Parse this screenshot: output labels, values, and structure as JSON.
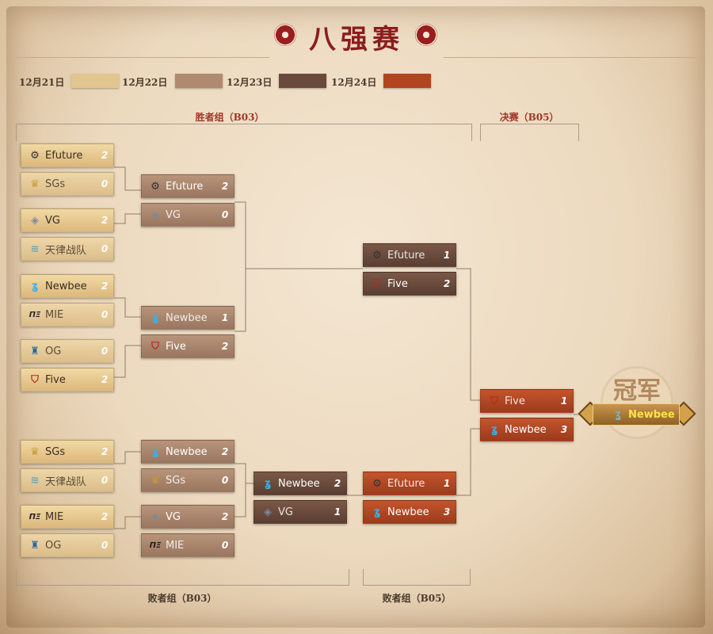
{
  "header": {
    "title": "八强赛"
  },
  "legend": [
    {
      "date": "12月21日",
      "color": "#e2c690"
    },
    {
      "date": "12月22日",
      "color": "#b08a70"
    },
    {
      "date": "12月23日",
      "color": "#6a4a3c"
    },
    {
      "date": "12月24日",
      "color": "#b2441e"
    }
  ],
  "sections": {
    "upper": "胜者组（B03）",
    "final": "决赛（B05）",
    "lower_bo3": "败者组（B03）",
    "lower_bo5": "败者组（B05）"
  },
  "teams": {
    "efuture": {
      "name": "Efuture",
      "icon": "efuture-logo-icon",
      "glyph": "⚙"
    },
    "sgs": {
      "name": "SGs",
      "icon": "sgs-logo-icon",
      "glyph": "♛"
    },
    "vg": {
      "name": "VG",
      "icon": "vg-logo-icon",
      "glyph": "◈"
    },
    "tianjin": {
      "name": "天律战队",
      "icon": "tianjin-logo-icon",
      "glyph": "≋"
    },
    "newbee": {
      "name": "Newbee",
      "icon": "newbee-logo-icon",
      "glyph": "ʓ"
    },
    "mie": {
      "name": "MIE",
      "icon": "mie-logo-icon",
      "glyph": "ΠΞ"
    },
    "og": {
      "name": "OG",
      "icon": "og-logo-icon",
      "glyph": "♜"
    },
    "five": {
      "name": "Five",
      "icon": "five-logo-icon",
      "glyph": "⛉"
    }
  },
  "chart_data": {
    "type": "table",
    "title": "八强赛",
    "matches": [
      {
        "id": "u1",
        "bracket": "upper",
        "round": 1,
        "date": "12月21日",
        "team1": "Efuture",
        "score1": 2,
        "team2": "SGs",
        "score2": 0
      },
      {
        "id": "u2",
        "bracket": "upper",
        "round": 1,
        "date": "12月21日",
        "team1": "VG",
        "score1": 2,
        "team2": "天律战队",
        "score2": 0
      },
      {
        "id": "u3",
        "bracket": "upper",
        "round": 1,
        "date": "12月21日",
        "team1": "Newbee",
        "score1": 2,
        "team2": "MIE",
        "score2": 0
      },
      {
        "id": "u4",
        "bracket": "upper",
        "round": 1,
        "date": "12月21日",
        "team1": "OG",
        "score1": 0,
        "team2": "Five",
        "score2": 2
      },
      {
        "id": "u5",
        "bracket": "upper",
        "round": 2,
        "date": "12月22日",
        "team1": "Efuture",
        "score1": 2,
        "team2": "VG",
        "score2": 0
      },
      {
        "id": "u6",
        "bracket": "upper",
        "round": 2,
        "date": "12月22日",
        "team1": "Newbee",
        "score1": 1,
        "team2": "Five",
        "score2": 2
      },
      {
        "id": "u7",
        "bracket": "upper",
        "round": 3,
        "date": "12月23日",
        "team1": "Efuture",
        "score1": 1,
        "team2": "Five",
        "score2": 2
      },
      {
        "id": "l1",
        "bracket": "lower",
        "round": 1,
        "date": "12月21日",
        "team1": "SGs",
        "score1": 2,
        "team2": "天律战队",
        "score2": 0
      },
      {
        "id": "l2",
        "bracket": "lower",
        "round": 1,
        "date": "12月21日",
        "team1": "MIE",
        "score1": 2,
        "team2": "OG",
        "score2": 0
      },
      {
        "id": "l3",
        "bracket": "lower",
        "round": 2,
        "date": "12月22日",
        "team1": "Newbee",
        "score1": 2,
        "team2": "SGs",
        "score2": 0
      },
      {
        "id": "l4",
        "bracket": "lower",
        "round": 2,
        "date": "12月22日",
        "team1": "VG",
        "score1": 2,
        "team2": "MIE",
        "score2": 0
      },
      {
        "id": "l5",
        "bracket": "lower",
        "round": 3,
        "date": "12月23日",
        "team1": "Newbee",
        "score1": 2,
        "team2": "VG",
        "score2": 1
      },
      {
        "id": "l6",
        "bracket": "lower",
        "round": 4,
        "date": "12月24日",
        "team1": "Efuture",
        "score1": 1,
        "team2": "Newbee",
        "score2": 3
      },
      {
        "id": "f1",
        "bracket": "final",
        "round": 1,
        "date": "12月24日",
        "team1": "Five",
        "score1": 1,
        "team2": "Newbee",
        "score2": 3
      }
    ],
    "champion_label": "冠军",
    "champion": "Newbee"
  }
}
